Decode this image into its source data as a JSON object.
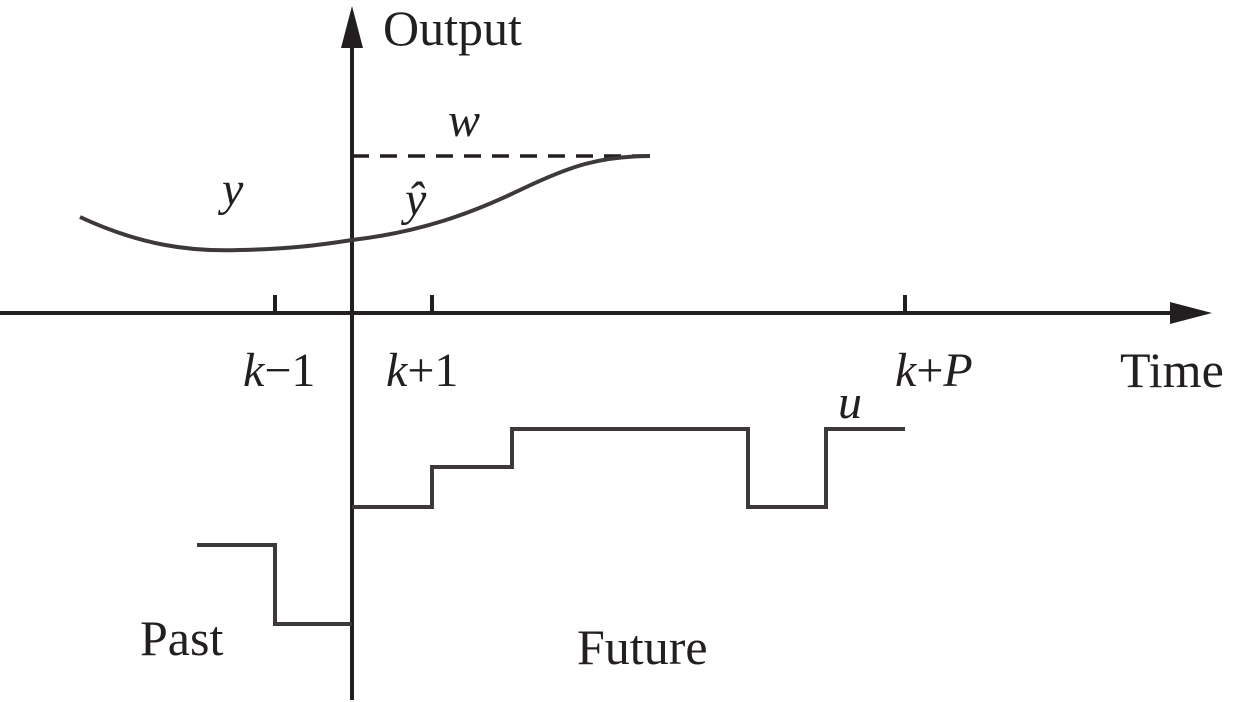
{
  "diagram": {
    "title": "Model predictive control receding horizon",
    "colors": {
      "axis": "#231f20",
      "curve": "#3d3839"
    },
    "axis_labels": {
      "y_axis": "Output",
      "x_axis": "Time"
    },
    "ticks": {
      "k_minus_1": {
        "var": "k",
        "rest": "−1"
      },
      "k_plus_1": {
        "var": "k",
        "rest": "+1"
      },
      "k_plus_p": {
        "var": "k",
        "op": "+",
        "var2": "P"
      }
    },
    "signal_labels": {
      "setpoint": "w",
      "measured_output": "y",
      "predicted_output": "ŷ",
      "control_input": "u"
    },
    "regions": {
      "past": "Past",
      "future": "Future"
    }
  }
}
